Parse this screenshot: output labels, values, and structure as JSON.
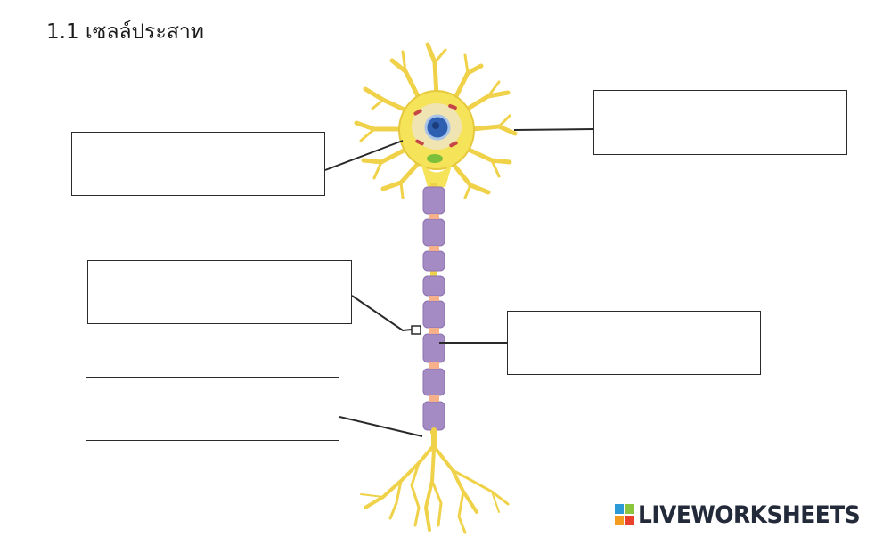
{
  "page": {
    "title": "1.1 เซลล์ประสาท"
  },
  "answer_boxes": [
    {
      "id": "box-top-right",
      "value": ""
    },
    {
      "id": "box-upper-left",
      "value": ""
    },
    {
      "id": "box-middle-left",
      "value": ""
    },
    {
      "id": "box-middle-right",
      "value": ""
    },
    {
      "id": "box-lower-left",
      "value": ""
    }
  ],
  "colors": {
    "cell_body": "#f5e35a",
    "dendrites": "#f0d24a",
    "nucleus": "#2f5fb0",
    "myelin": "#a58bc4",
    "node": "#f6b08a",
    "line": "#2a2a2a"
  },
  "watermark": {
    "text": "LIVEWORKSHEETS"
  }
}
